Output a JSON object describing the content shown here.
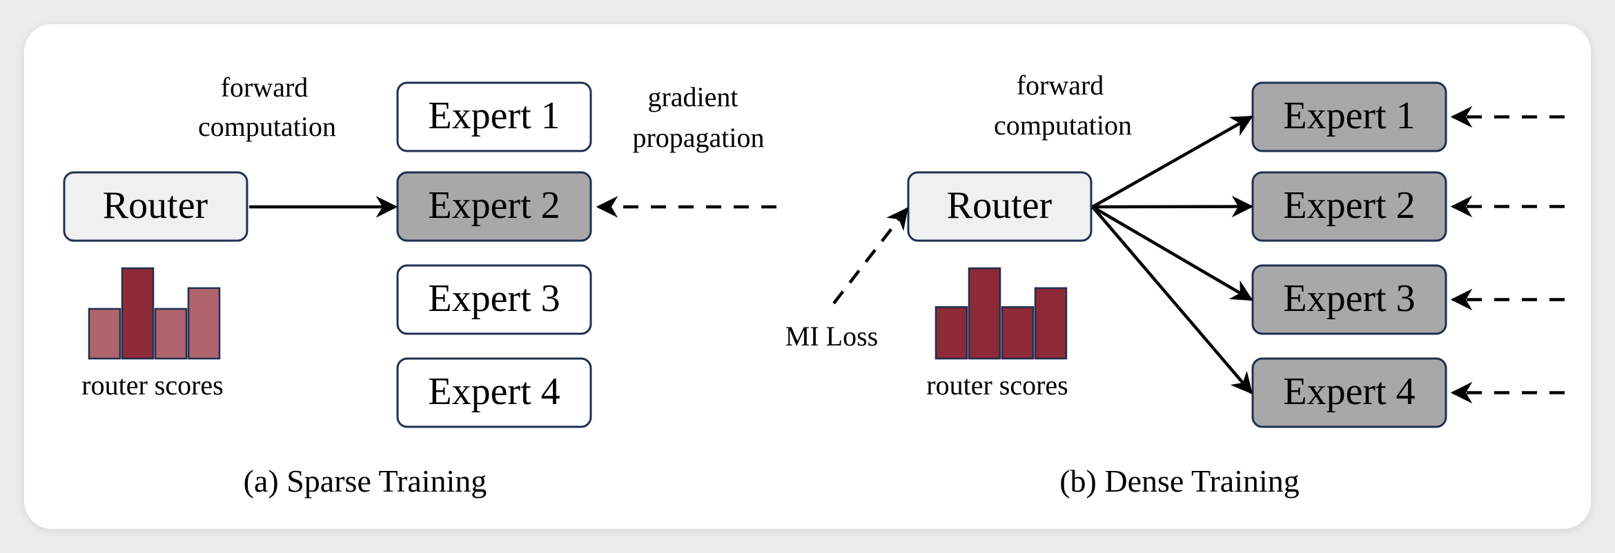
{
  "panel_a": {
    "caption": "(a) Sparse Training",
    "forward_label_line1": "forward",
    "forward_label_line2": "computation",
    "gradient_label_line1": "gradient",
    "gradient_label_line2": "propagation",
    "router_label": "Router",
    "scores_label": "router scores",
    "experts": [
      "Expert 1",
      "Expert 2",
      "Expert 3",
      "Expert 4"
    ],
    "active_expert_index": 1,
    "router_scores": [
      0.55,
      1.0,
      0.55,
      0.78
    ]
  },
  "panel_b": {
    "caption": "(b) Dense Training",
    "forward_label_line1": "forward",
    "forward_label_line2": "computation",
    "router_label": "Router",
    "scores_label": "router scores",
    "mi_loss_label": "MI Loss",
    "experts": [
      "Expert 1",
      "Expert 2",
      "Expert 3",
      "Expert 4"
    ],
    "router_scores": [
      0.57,
      1.0,
      0.57,
      0.78
    ]
  },
  "colors": {
    "box_border": "#1f2f4f",
    "router_fill": "#f0f0f0",
    "expert_fill": "#ffffff",
    "expert_active_fill": "#a8a8a8",
    "arrow": "#000000",
    "bar_strong": "#8e2a38",
    "bar_light": "#b0646e"
  }
}
